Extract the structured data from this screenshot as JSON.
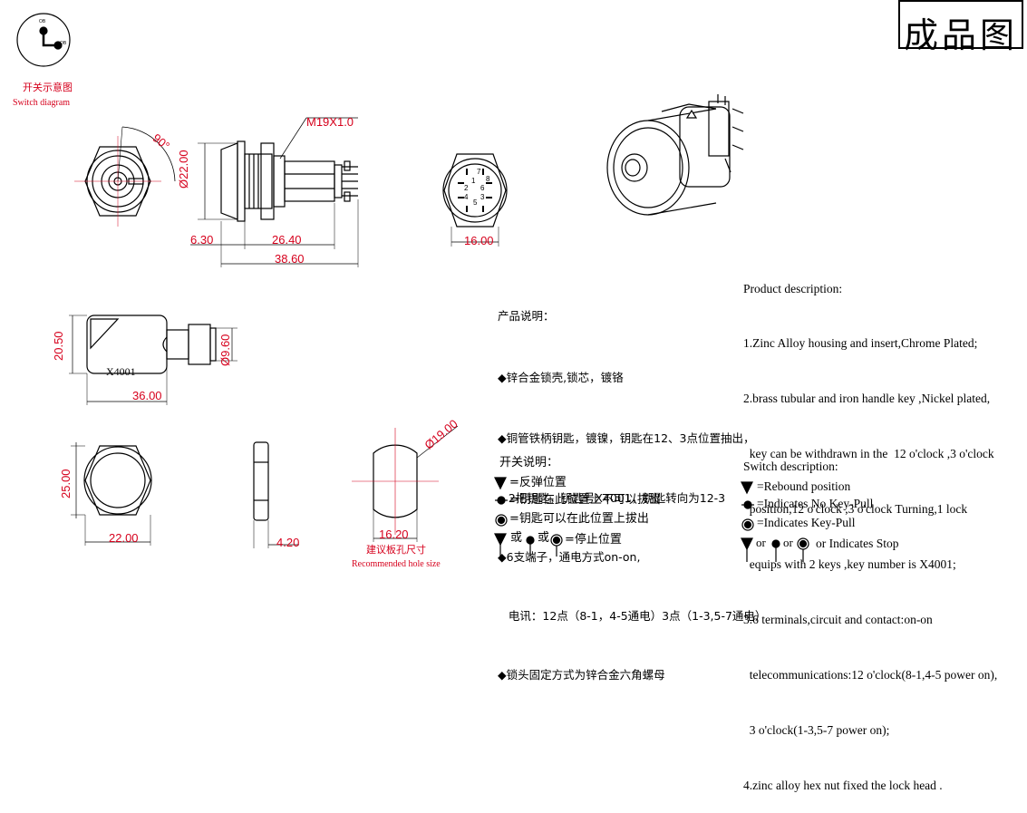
{
  "stamp": {
    "label": "成品图"
  },
  "switch_diagram": {
    "label_cn": "开关示意图",
    "label_en": "Switch diagram",
    "top_label": "OB",
    "right_label": "OB"
  },
  "dimensions": {
    "angle": "90°",
    "thread": "M19X1.0",
    "head_dia": "Ø22.00",
    "head_len": "6.30",
    "body_len": "26.40",
    "total_len": "38.60",
    "rear_width": "16.00",
    "key_height": "20.50",
    "key_dia": "Ø9.60",
    "key_len": "36.00",
    "key_number": "X4001",
    "nut_height": "25.00",
    "nut_width": "22.00",
    "nut_thick": "4.20",
    "hole_dia": "Ø19.00",
    "hole_flat": "16.20"
  },
  "hole": {
    "label_cn": "建议板孔尺寸",
    "label_en": "Recommended hole size"
  },
  "product_cn": {
    "title": "产品说明：",
    "lines": [
      "◆锌合金锁壳,锁芯，镀铬",
      "◆铜管铁柄钥匙，镀镍，钥匙在12、3点位置抽出，",
      "   2把钥匙，钥匙号X4001，钥匙转向为12-3",
      "◆6支端子，通电方式on-on,",
      "   电讯：12点（8-1，4-5通电）3点（1-3,5-7通电）",
      "◆锁头固定方式为锌合金六角螺母"
    ]
  },
  "product_en": {
    "title": "Product description:",
    "lines": [
      "1.Zinc Alloy housing and insert,Chrome Plated;",
      "2.brass tubular and iron handle key ,Nickel plated,",
      "  key can be withdrawn in the  12 o'clock ,3 o'clock",
      "  position,12 o'clock ,3 o'clock Turning,1 lock",
      "  equips with 2 keys ,key number is X4001;",
      "3.6 terminals,circuit and contact:on-on",
      "  telecommunications:12 o'clock(8-1,4-5 power on),",
      "  3 o'clock(1-3,5-7 power on);",
      "4.zinc alloy hex nut fixed the lock head ."
    ]
  },
  "switch_cn": {
    "title": "开关说明：",
    "rebound": "=反弹位置",
    "no_pull": "=钥匙在此位置上不可以拔出",
    "pull": "=钥匙可以在此位置上拔出",
    "or1": "或",
    "or2": "或",
    "stop": "=停止位置"
  },
  "switch_en": {
    "title": "Switch description:",
    "rebound": "=Rebound position",
    "no_pull": "=Indicates No Key-Pull",
    "pull": "=Indicates  Key-Pull",
    "or1": "or",
    "or2": "or",
    "stop": "or Indicates Stop"
  },
  "terminal_numbers": [
    "1",
    "2",
    "3",
    "4",
    "5",
    "6",
    "7",
    "8"
  ],
  "colors": {
    "ink": "#000000",
    "accent": "#d6001c"
  }
}
